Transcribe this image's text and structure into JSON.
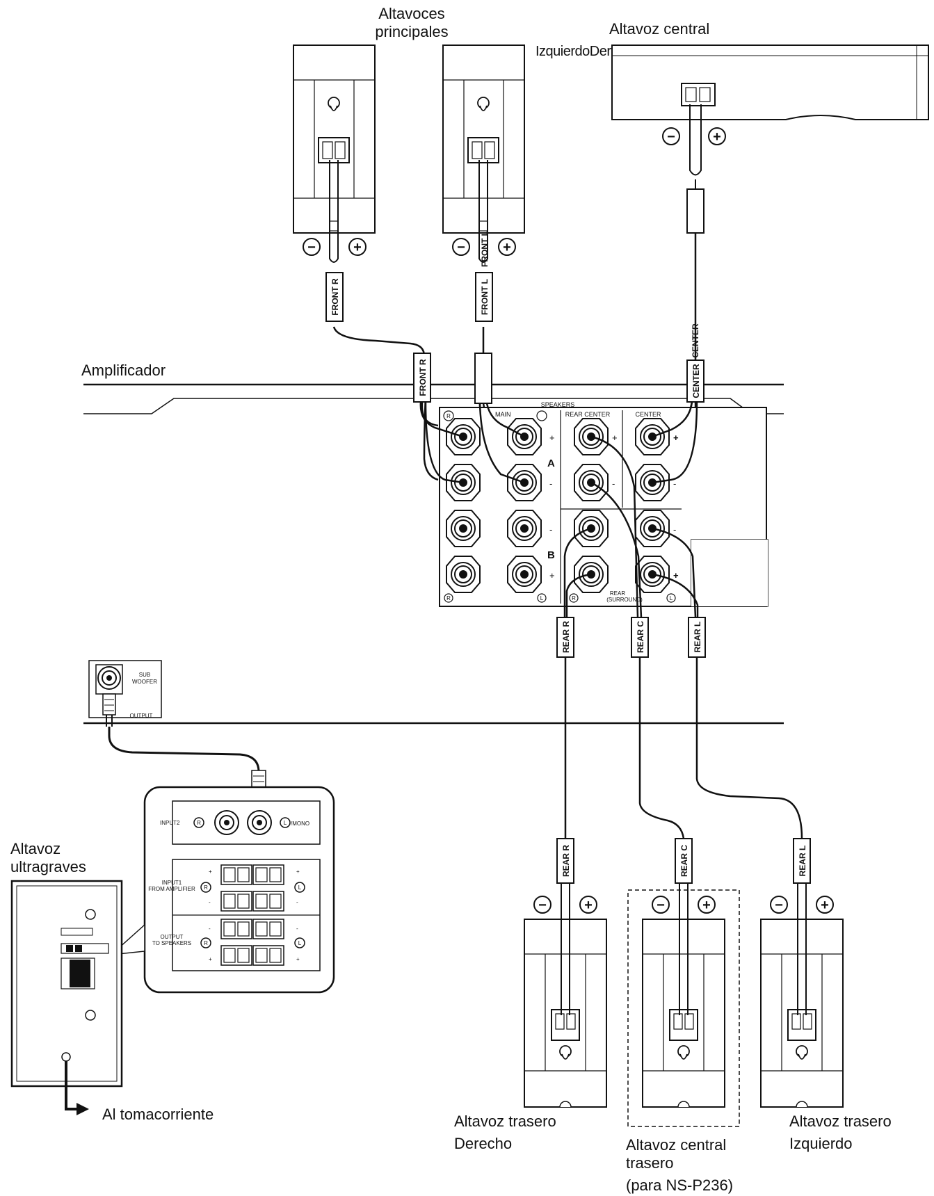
{
  "labels": {
    "main_speakers_1": "Altavoces",
    "main_speakers_2": "principales",
    "center_speaker": "Altavoz central",
    "left_right": "IzquierdoDerecho",
    "amplifier": "Amplificador",
    "subwoofer_1": "Altavoz",
    "subwoofer_2": "ultragraves",
    "outlet": "Al tomacorriente",
    "rear_right_1": "Altavoz trasero",
    "rear_right_2": "Derecho",
    "rear_center_1": "Altavoz central",
    "rear_center_2": "trasero",
    "rear_center_3": "(para NS-P236)",
    "rear_left_1": "Altavoz trasero",
    "rear_left_2": "Izquierdo"
  },
  "cable_tags": {
    "front_r": "FRONT R",
    "front_l": "FRONT L",
    "front_l_overlap": "FRONT L",
    "center": "CENTER",
    "center_overlap": "CENTER",
    "rear_r": "REAR R",
    "rear_c": "REAR C",
    "rear_l": "REAR L"
  },
  "panel": {
    "speakers": "SPEAKERS",
    "main": "MAIN",
    "rear_center": "REAR CENTER",
    "center": "CENTER",
    "a": "A",
    "b": "B",
    "rear_1": "REAR",
    "rear_2": "(SURROUND)",
    "r": "R",
    "l": "L",
    "plus": "+",
    "minus": "-"
  },
  "subwoofer_out": {
    "label_1": "SUB",
    "label_2": "WOOFER",
    "output": "OUTPUT"
  },
  "sub_panel": {
    "input2": "INPUT2",
    "mono": "/MONO",
    "input1_1": "INPUT1",
    "input1_2": "FROM AMPLIFIER",
    "output_1": "OUTPUT",
    "output_2": "TO SPEAKERS",
    "r": "R",
    "l": "L"
  },
  "speaker_terminals": {
    "minus": "−",
    "plus": "+"
  }
}
